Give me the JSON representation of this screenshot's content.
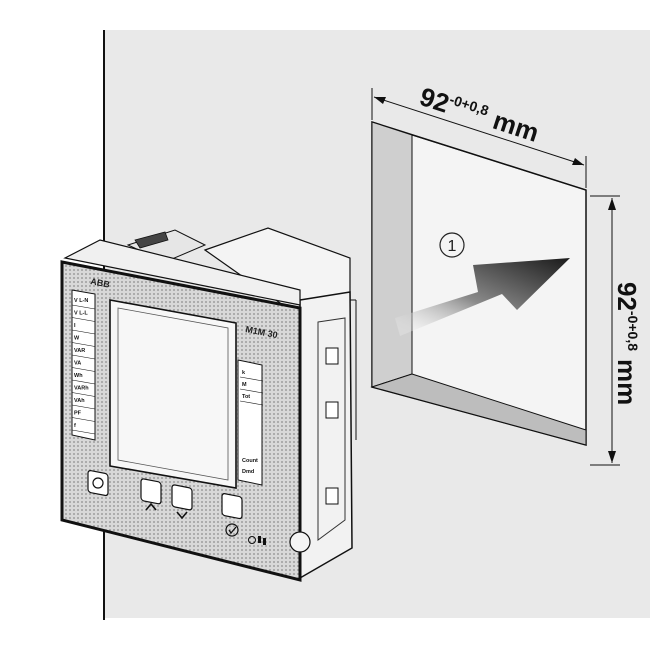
{
  "step": {
    "number": "1"
  },
  "cutout": {
    "width": {
      "value": "92",
      "tolerance": "-0+0,8",
      "unit": "mm"
    },
    "height": {
      "value": "92",
      "tolerance": "-0+0,8",
      "unit": "mm"
    }
  },
  "device": {
    "model": "M1M 30",
    "logo": "ABB",
    "left_labels": [
      "V L-N",
      "V L-L",
      "I",
      "W",
      "VAR",
      "VA",
      "Wh",
      "VARh",
      "VAh",
      "PF",
      "f"
    ],
    "right_labels": [
      "k",
      "M",
      "Tot",
      "Count",
      "Dmd"
    ]
  },
  "colors": {
    "wall": "#e9e9e9",
    "panel_face": "#dcdcdc",
    "line": "#111111"
  }
}
